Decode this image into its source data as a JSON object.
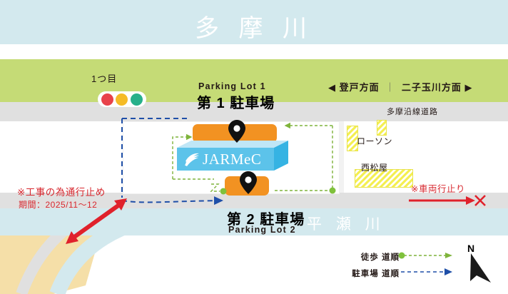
{
  "map": {
    "rivers": {
      "top_label": "多 摩 川",
      "lower_label": "平 瀬 川"
    },
    "roads": {
      "main_name": "多摩沿線道路"
    },
    "signal": {
      "label": "1つ目",
      "bulbs": [
        "red",
        "yellow",
        "green"
      ],
      "colors": {
        "red": "#e8424a",
        "yellow": "#f5bb26",
        "green": "#27b08a"
      }
    },
    "directions": {
      "left_arrow": "◀",
      "left_label": "登戸方面",
      "separator": "｜",
      "right_label": "二子玉川方面",
      "right_arrow": "▶"
    },
    "parking_lot_1": {
      "en": "Parking Lot 1",
      "jp": "第 1 駐車場"
    },
    "parking_lot_2": {
      "jp": "第 2 駐車場",
      "en": "Parking Lot 2"
    },
    "building": {
      "name": "JARMeC",
      "color": "#5cc3ea"
    },
    "stores": [
      {
        "name": "ローソン"
      },
      {
        "name": "西松屋"
      }
    ],
    "warnings": {
      "construction_title": "※工事の為通行止め",
      "construction_period": "期間：2025/11〜12",
      "vehicle_deadend": "※車両行止り",
      "color": "#d7282f"
    },
    "legend": {
      "walk_label": "徒歩 道順",
      "walk_color": "#7fb43c",
      "park_label": "駐車場 道順",
      "park_color": "#1f4fa8"
    },
    "compass": {
      "north": "N"
    },
    "colors": {
      "river": "#d3e9ee",
      "green_band": "#c5db76",
      "road": "#e0e0e0",
      "orange_lot": "#f29222",
      "store_hatch": "#f4ef52",
      "beige": "#f5dfa8"
    }
  }
}
